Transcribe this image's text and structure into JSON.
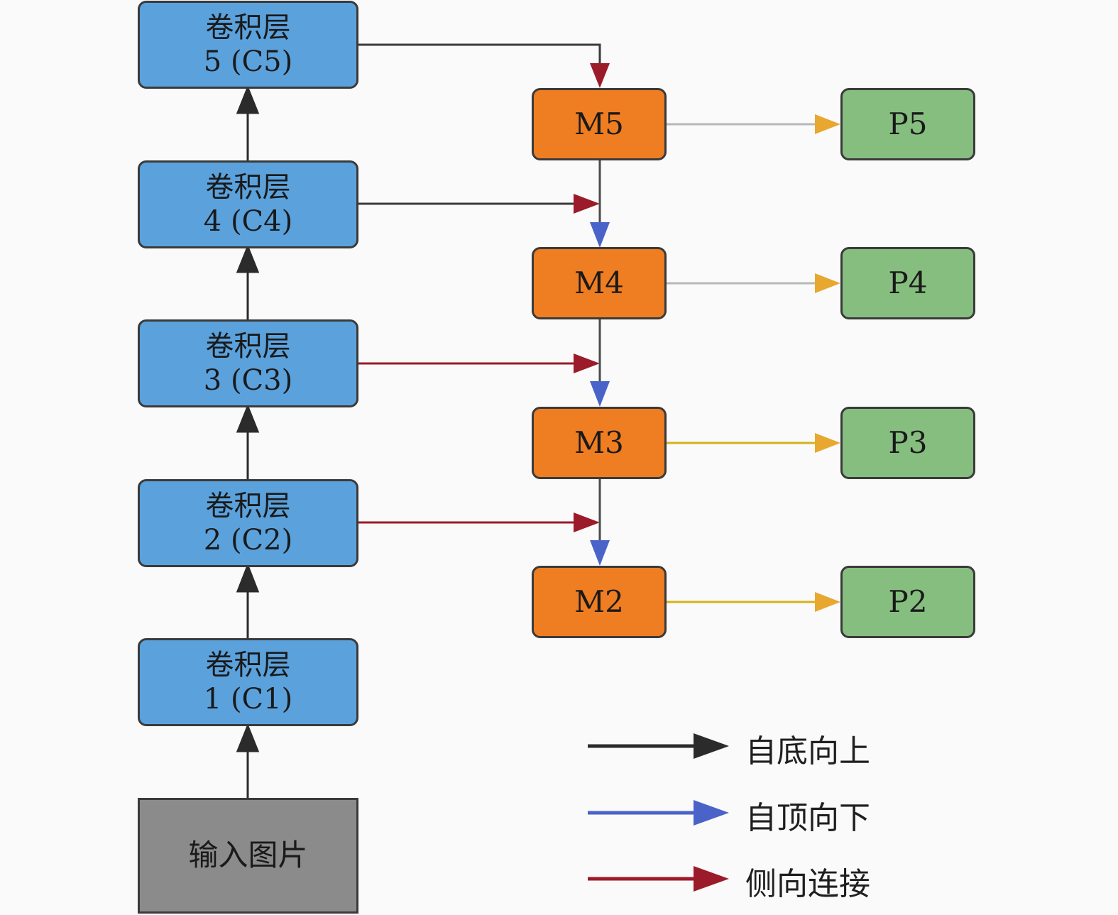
{
  "conv_layers": [
    {
      "title": "卷积层",
      "sub": "1 (C1)"
    },
    {
      "title": "卷积层",
      "sub": "2 (C2)"
    },
    {
      "title": "卷积层",
      "sub": "3 (C3)"
    },
    {
      "title": "卷积层",
      "sub": "4 (C4)"
    },
    {
      "title": "卷积层",
      "sub": "5 (C5)"
    }
  ],
  "input_label": "输入图片",
  "merge_nodes": [
    "M2",
    "M3",
    "M4",
    "M5"
  ],
  "pred_nodes": [
    "P2",
    "P3",
    "P4",
    "P5"
  ],
  "legend": [
    {
      "label": "自底向上",
      "color": "#2b2b2b"
    },
    {
      "label": "自顶向下",
      "color": "#4a63c9"
    },
    {
      "label": "侧向连接",
      "color": "#9b1b2a"
    }
  ],
  "colors": {
    "conv_fill": "#5ba2dd",
    "input_fill": "#8b8b8b",
    "merge_fill": "#ef7d22",
    "pred_fill": "#86be7f",
    "output_arrow": "#e8a72e"
  }
}
